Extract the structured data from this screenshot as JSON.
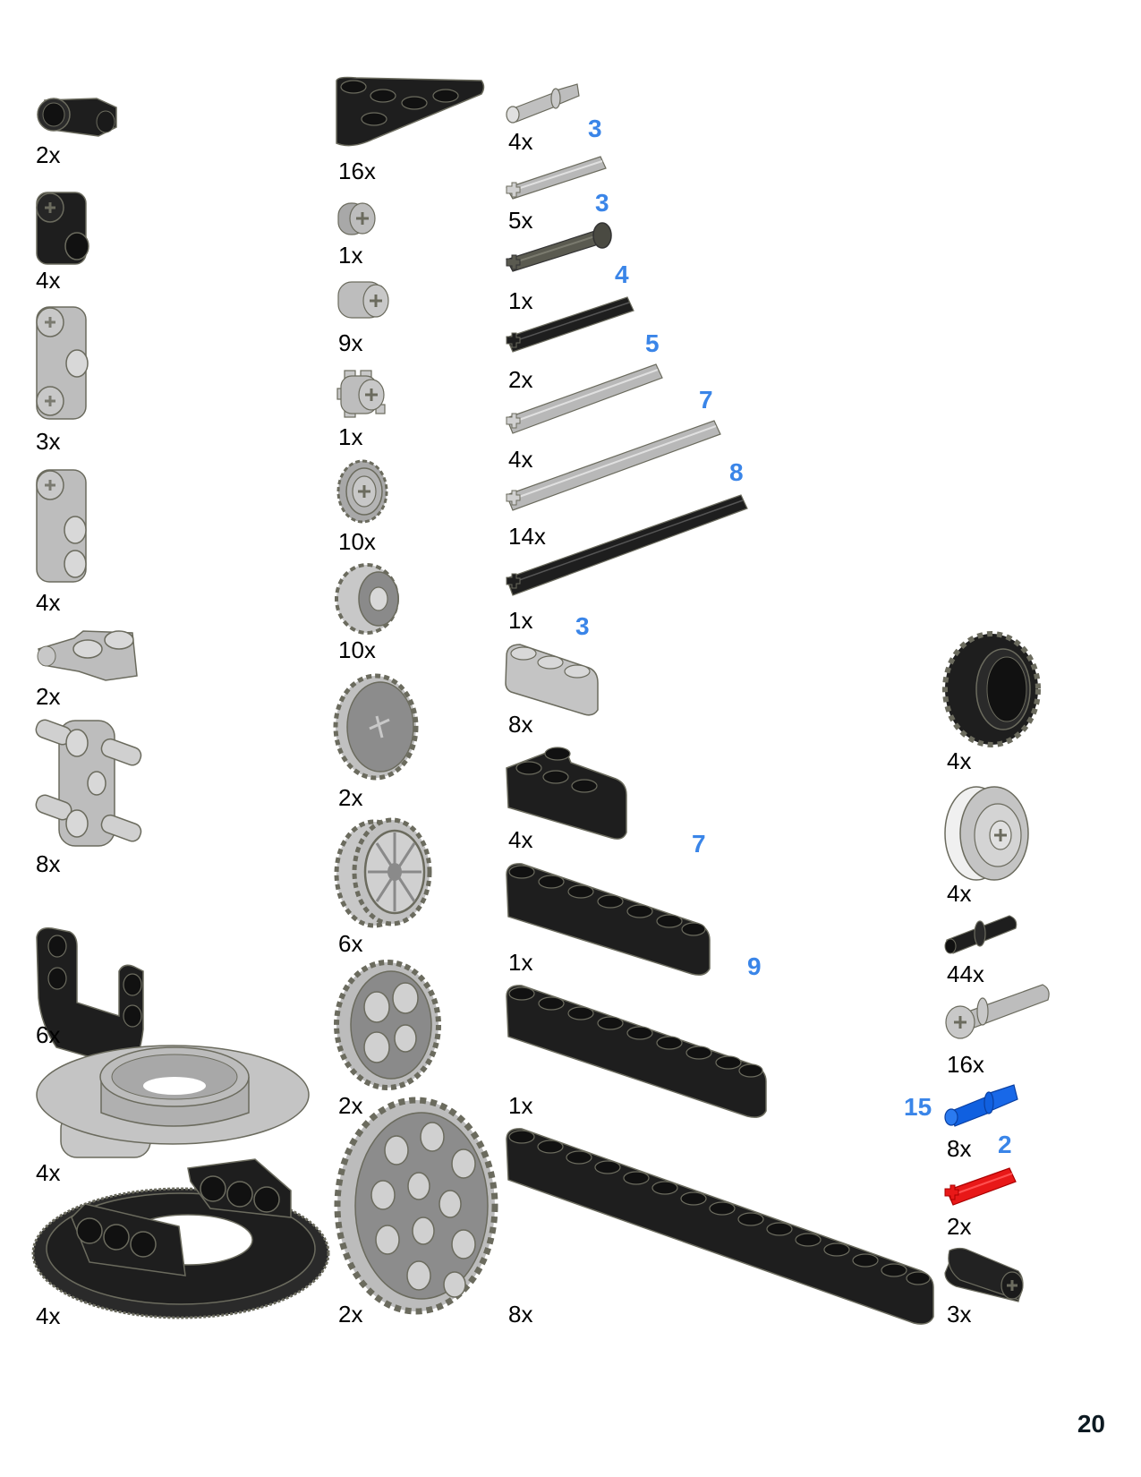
{
  "page": {
    "number": "20"
  },
  "colors": {
    "length_label": "#3a85e8",
    "quantity_text": "#000000",
    "black_part": "#222222",
    "gray_part": "#b8b8b8",
    "outline": "#6b6b5e",
    "blue_part": "#1060e0",
    "red_part": "#e81818"
  },
  "columns": [
    {
      "id": "col1",
      "parts": [
        {
          "name": "axle-pin-connector-angled",
          "color": "black",
          "qty": "2x"
        },
        {
          "name": "cross-block",
          "color": "black",
          "qty": "4x"
        },
        {
          "name": "double-cross-block",
          "color": "gray",
          "qty": "3x"
        },
        {
          "name": "cross-block-3l",
          "color": "gray",
          "qty": "4x"
        },
        {
          "name": "cross-block-2x1-offset",
          "color": "gray",
          "qty": "2x"
        },
        {
          "name": "pin-connector-with-4-pins",
          "color": "gray",
          "qty": "8x"
        },
        {
          "name": "steering-u-bracket",
          "color": "black",
          "qty": "6x"
        },
        {
          "name": "turntable-top",
          "color": "gray",
          "qty": "4x"
        },
        {
          "name": "turntable-bottom",
          "color": "black",
          "qty": "4x"
        }
      ]
    },
    {
      "id": "col2",
      "parts": [
        {
          "name": "triangle-beam",
          "color": "black",
          "qty": "16x"
        },
        {
          "name": "half-bush",
          "color": "gray",
          "qty": "1x"
        },
        {
          "name": "bush",
          "color": "gray",
          "qty": "9x"
        },
        {
          "name": "gear-8-tooth",
          "color": "gray",
          "qty": "1x"
        },
        {
          "name": "bevel-gear-12-tooth",
          "color": "gray",
          "qty": "10x"
        },
        {
          "name": "gear-16-tooth",
          "color": "gray",
          "qty": "10x"
        },
        {
          "name": "bevel-gear-20-tooth",
          "color": "gray",
          "qty": "2x"
        },
        {
          "name": "double-bevel-gear-20-tooth",
          "color": "gray",
          "qty": "6x"
        },
        {
          "name": "gear-24-tooth",
          "color": "gray",
          "qty": "2x"
        },
        {
          "name": "gear-40-tooth",
          "color": "gray",
          "qty": "2x"
        }
      ]
    },
    {
      "id": "col3",
      "parts": [
        {
          "name": "axle-pin",
          "color": "gray",
          "qty": "4x",
          "length": ""
        },
        {
          "name": "axle-3",
          "color": "gray",
          "qty": "5x",
          "length": "3"
        },
        {
          "name": "axle-3-with-stud",
          "color": "darkgray",
          "qty": "1x",
          "length": "3"
        },
        {
          "name": "axle-4",
          "color": "black",
          "qty": "2x",
          "length": "4"
        },
        {
          "name": "axle-5",
          "color": "gray",
          "qty": "4x",
          "length": "5"
        },
        {
          "name": "axle-7",
          "color": "gray",
          "qty": "14x",
          "length": "7"
        },
        {
          "name": "axle-8",
          "color": "black",
          "qty": "1x",
          "length": "8"
        },
        {
          "name": "beam-3",
          "color": "gray",
          "qty": "8x",
          "length": "3"
        },
        {
          "name": "l-beam-2x4",
          "color": "black",
          "qty": "4x",
          "length": ""
        },
        {
          "name": "beam-7",
          "color": "black",
          "qty": "1x",
          "length": "7"
        },
        {
          "name": "beam-9",
          "color": "black",
          "qty": "1x",
          "length": "9"
        },
        {
          "name": "beam-15",
          "color": "black",
          "qty": "8x",
          "length": "15"
        }
      ]
    },
    {
      "id": "col4",
      "parts": [
        {
          "name": "tire",
          "color": "black",
          "qty": "4x",
          "length": ""
        },
        {
          "name": "wheel-hub",
          "color": "white",
          "qty": "4x",
          "length": ""
        },
        {
          "name": "friction-pin",
          "color": "black",
          "qty": "44x",
          "length": ""
        },
        {
          "name": "long-pin-with-stop-bush",
          "color": "gray",
          "qty": "16x",
          "length": ""
        },
        {
          "name": "axle-pin-with-friction",
          "color": "blue",
          "qty": "8x",
          "length": ""
        },
        {
          "name": "axle-2-notched",
          "color": "red",
          "qty": "2x",
          "length": "2"
        },
        {
          "name": "axle-joiner",
          "color": "black",
          "qty": "3x",
          "length": ""
        }
      ]
    }
  ]
}
